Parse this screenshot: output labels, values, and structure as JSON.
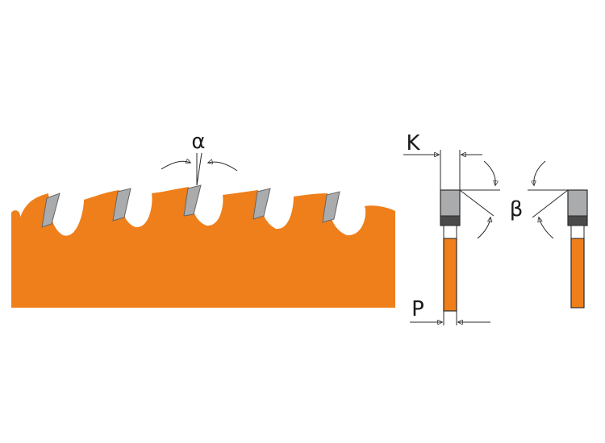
{
  "labels": {
    "hook_angle": "α",
    "kerf": "K",
    "bevel_angle": "β",
    "plate": "P"
  },
  "colors": {
    "blade": "#ef7f1a",
    "tooth_tip": "#a9abad",
    "tooth_dark": "#4a4a4a",
    "line": "#2b2b2b",
    "background": "#ffffff"
  }
}
